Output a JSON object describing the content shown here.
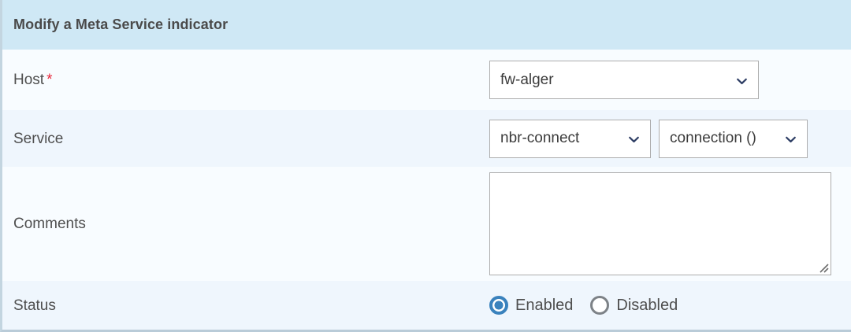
{
  "header": {
    "title": "Modify a Meta Service indicator"
  },
  "colors": {
    "header_bg": "#cfe8f5",
    "row_light": "#f8fcff",
    "row_alt": "#eff6fd",
    "required_star": "#e8283c",
    "radio_selected": "#3a82bd",
    "chevron": "#2c3c63",
    "border": "#adadad"
  },
  "fields": {
    "host": {
      "label": "Host",
      "required_marker": "*",
      "select": {
        "value": "fw-alger",
        "icon": "chevron-down-icon"
      }
    },
    "service": {
      "label": "Service",
      "select_name": {
        "value": "nbr-connect",
        "icon": "chevron-down-icon"
      },
      "select_metric": {
        "value": "connection ()",
        "icon": "chevron-down-icon"
      }
    },
    "comments": {
      "label": "Comments",
      "value": "",
      "placeholder": ""
    },
    "status": {
      "label": "Status",
      "options": [
        {
          "label": "Enabled",
          "selected": true
        },
        {
          "label": "Disabled",
          "selected": false
        }
      ]
    }
  }
}
